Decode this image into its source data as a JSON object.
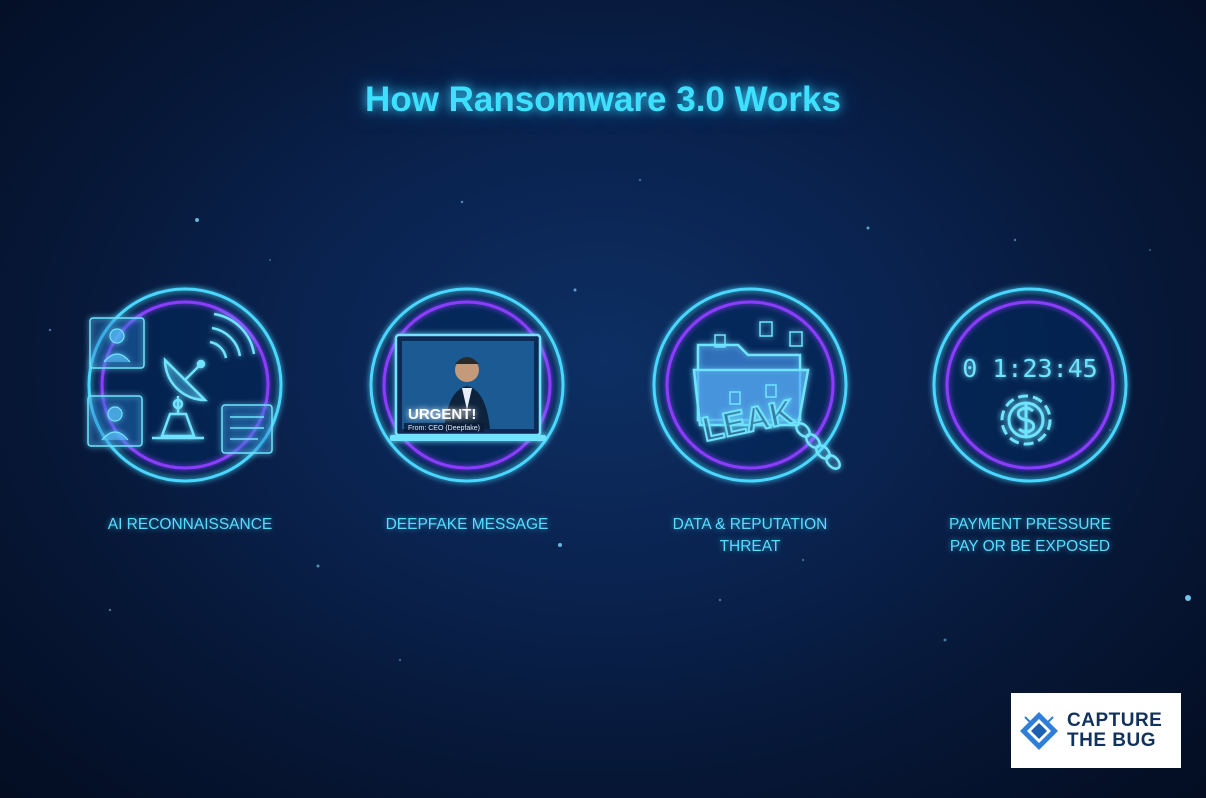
{
  "title": "How Ransomware 3.0 Works",
  "steps": [
    {
      "label_lines": [
        "AI  RECONNAISSANCE"
      ],
      "icon": "satellite-dish-icon"
    },
    {
      "label_lines": [
        "DEEPFAKE MESSAGE"
      ],
      "icon": "deepfake-laptop-icon",
      "screen_heading": "URGENT!",
      "screen_subtext": "From: CEO (Deepfake)"
    },
    {
      "label_lines": [
        "DATA & REPUTATION",
        "THREAT"
      ],
      "icon": "leak-folder-icon",
      "stamp_text": "LEAK"
    },
    {
      "label_lines": [
        "PAYMENT PRESSURE",
        "PAY OR BE EXPOSED"
      ],
      "icon": "dollar-timer-icon",
      "timer": "0 1:23:45"
    }
  ],
  "logo": {
    "line1": "CAPTURE",
    "line2": "THE BUG",
    "icon": "bug-diamond-icon"
  },
  "colors": {
    "accent": "#3ee0ff",
    "ring_inner": "#8a3cff",
    "background": "#061634"
  }
}
